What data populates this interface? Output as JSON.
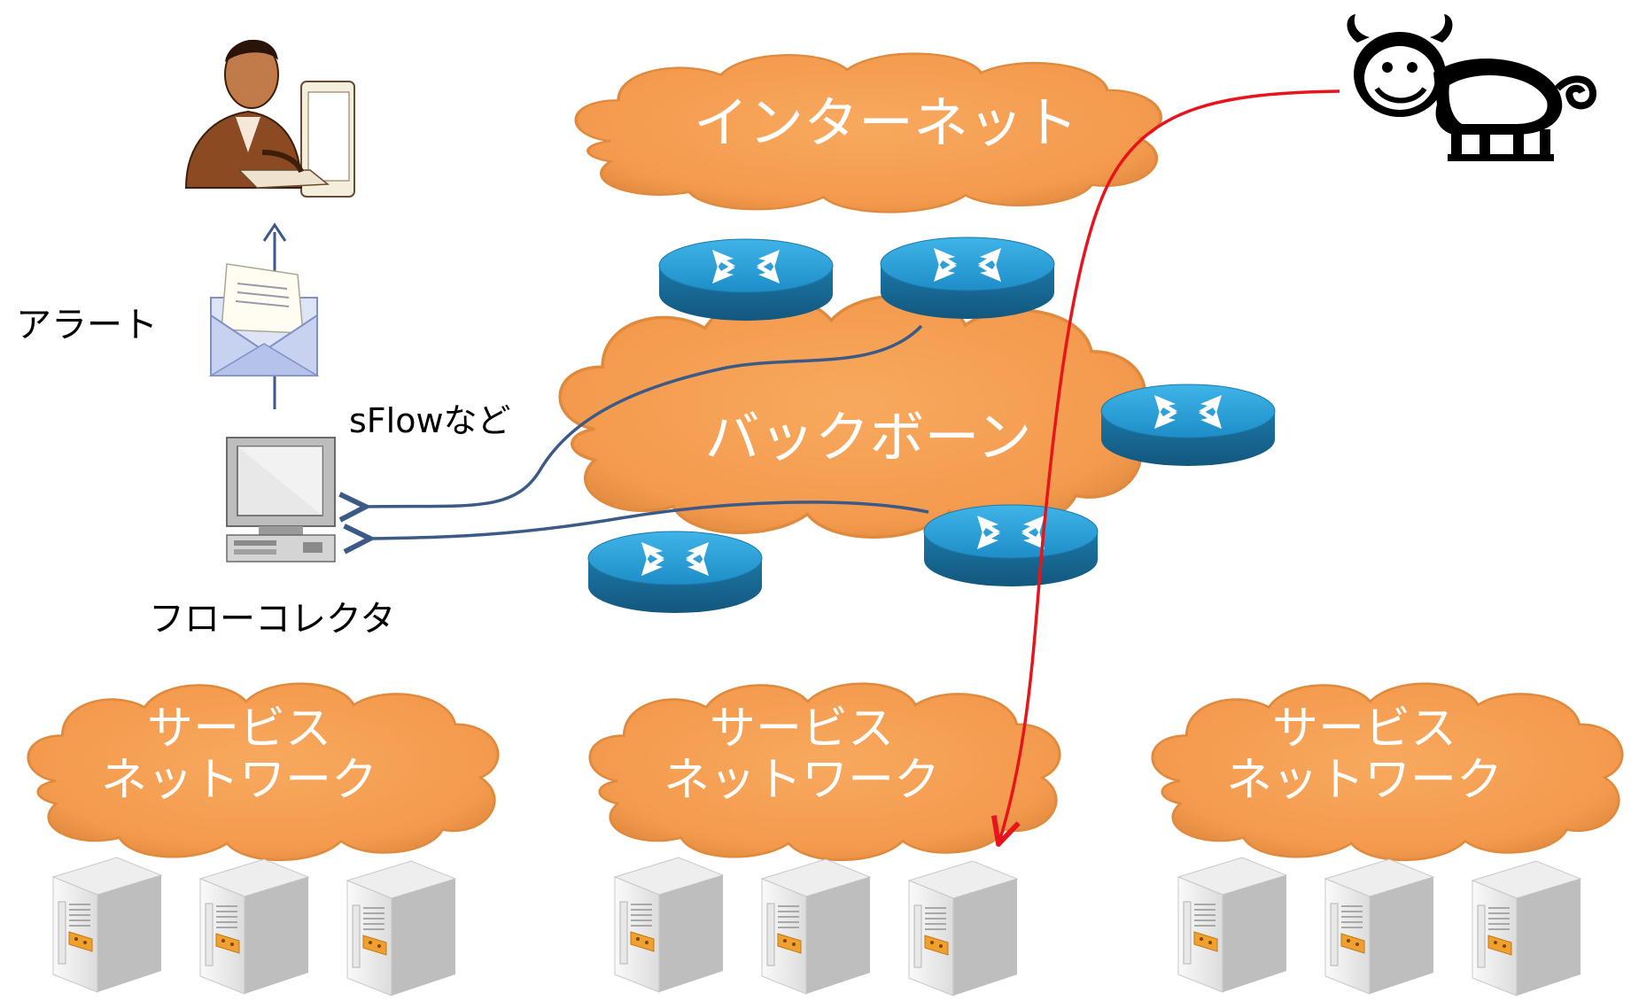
{
  "clouds": {
    "internet": "インターネット",
    "backbone": "バックボーン",
    "service_line1": "サービス",
    "service_line2": "ネットワーク"
  },
  "labels": {
    "alert": "アラート",
    "sflow": "sFlowなど",
    "flow_collector": "フローコレクタ"
  },
  "colors": {
    "cloud_fill": "#F7A65A",
    "cloud_stroke": "#C8762E",
    "router_top": "#2A9FD6",
    "router_side": "#1A6F9E",
    "attack_line": "#E8141C",
    "flow_line": "#3B5A86",
    "alert_arrow": "#3B5A86"
  },
  "icons": [
    "administrator-icon",
    "mail-alert-icon",
    "flow-collector-pc-icon",
    "router-icon",
    "attacker-icon",
    "server-icon"
  ]
}
